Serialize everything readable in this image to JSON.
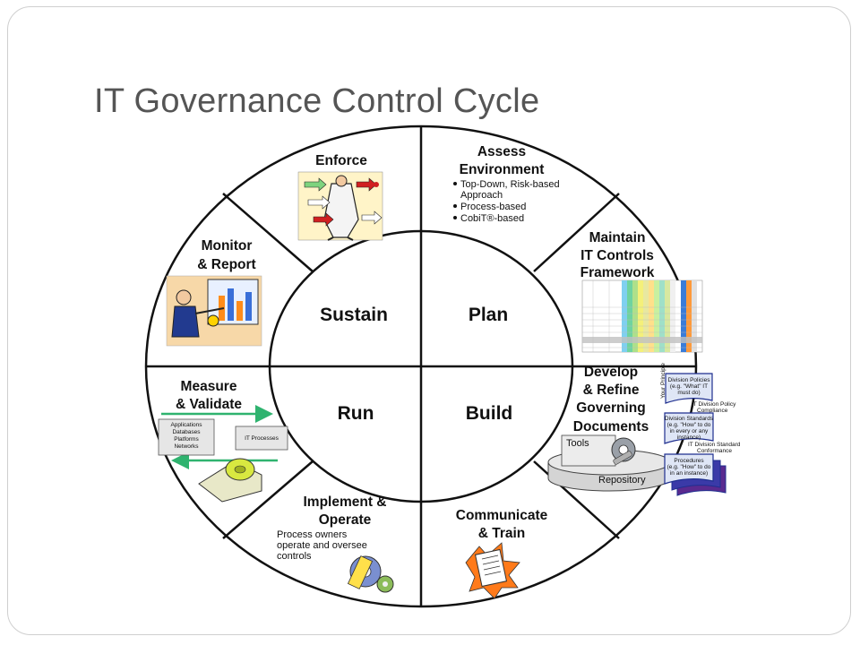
{
  "slide": {
    "title": "IT Governance Control Cycle"
  },
  "core": {
    "q1": "Sustain",
    "q2": "Plan",
    "q3": "Run",
    "q4": "Build"
  },
  "segments": {
    "enforce": {
      "title": "Enforce"
    },
    "assess": {
      "title_line1": "Assess",
      "title_line2": "Environment",
      "bullets": [
        "Top-Down, Risk-based",
        "Approach",
        "Process-based",
        "CobiT®-based"
      ]
    },
    "maintain": {
      "title_line1": "Maintain",
      "title_line2": "IT Controls",
      "title_line3": "Framework"
    },
    "monitor": {
      "title_line1": "Monitor",
      "title_line2": "& Report"
    },
    "measure": {
      "title_line1": "Measure",
      "title_line2": "& Validate",
      "box1": [
        "Applications",
        "Databases",
        "Platforms",
        "Networks"
      ],
      "box2": "IT Processes"
    },
    "develop": {
      "title_line1": "Develop",
      "title_line2": "& Refine",
      "title_line3": "Governing",
      "title_line4": "Documents",
      "tools_label": "Tools",
      "repository_label": "Repository",
      "doc1": [
        "Division Policies",
        "(e.g. \"What\" IT",
        "must do)"
      ],
      "doc2": [
        "Division Standards",
        "(e.g. \"How\" to do",
        "in every or any",
        "instance)"
      ],
      "doc3": [
        "Procedures",
        "(e.g. \"How\" to do",
        "in an instance)"
      ],
      "note1": [
        "IT Division Policy",
        "Compliance"
      ],
      "note2": [
        "IT Division Standard",
        "Conformance"
      ],
      "side_label": "Your Principle"
    },
    "implement": {
      "title_line1": "Implement &",
      "title_line2": "Operate",
      "body": [
        "Process owners",
        "operate and oversee",
        "controls"
      ]
    },
    "communicate": {
      "title_line1": "Communicate",
      "title_line2": "& Train"
    }
  },
  "colors": {
    "outline": "#111111",
    "accent_green": "#2fb36f",
    "doc_blue": "#1f2f8f"
  }
}
